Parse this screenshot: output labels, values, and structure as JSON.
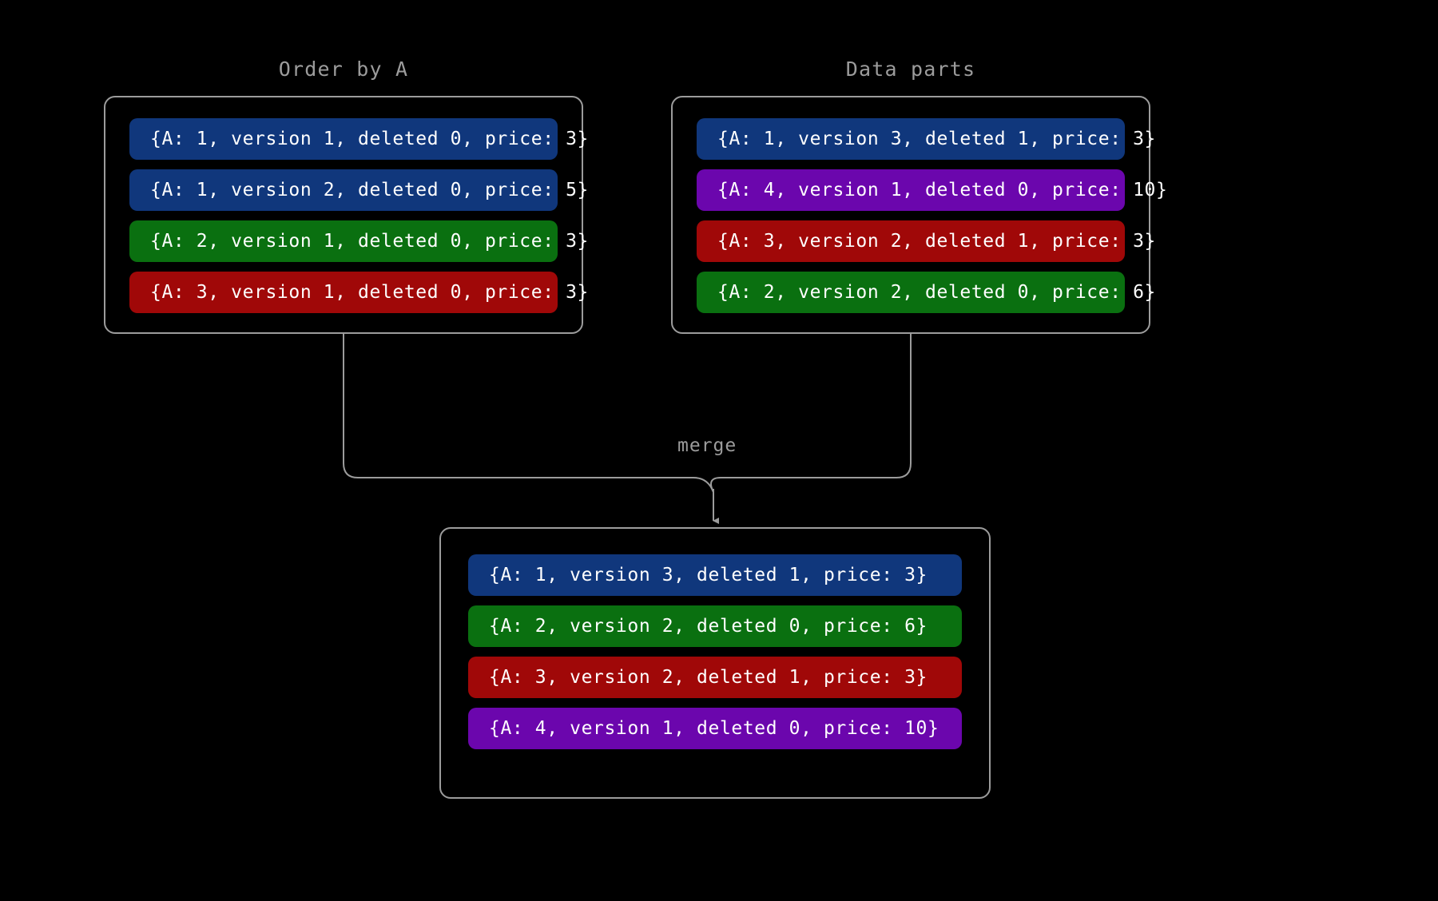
{
  "canvas": {
    "background": "#000000",
    "line_color": "#9c9c9c",
    "text_color": "#ffffff",
    "label_color": "#9c9c9c"
  },
  "palette": {
    "blue": "#10377c",
    "green": "#0a7010",
    "red": "#a00808",
    "purple": "#6b06ad"
  },
  "panels": {
    "order_by": {
      "title": "Order by A",
      "rows": [
        {
          "label": "{A: 1, version 1, deleted 0, price: 3}",
          "color": "#10377c",
          "color_name": "blue"
        },
        {
          "label": "{A: 1, version 2, deleted 0, price: 5}",
          "color": "#10377c",
          "color_name": "blue"
        },
        {
          "label": "{A: 2, version 1, deleted 0, price: 3}",
          "color": "#0a7010",
          "color_name": "green"
        },
        {
          "label": "{A: 3, version 1, deleted 0, price: 3}",
          "color": "#a00808",
          "color_name": "red"
        }
      ]
    },
    "data_parts": {
      "title": "Data parts",
      "rows": [
        {
          "label": "{A: 1, version 3, deleted 1, price: 3}",
          "color": "#10377c",
          "color_name": "blue"
        },
        {
          "label": "{A: 4, version 1, deleted 0, price: 10}",
          "color": "#6b06ad",
          "color_name": "purple"
        },
        {
          "label": "{A: 3, version 2, deleted 1, price: 3}",
          "color": "#a00808",
          "color_name": "red"
        },
        {
          "label": "{A: 2, version 2, deleted 0, price: 6}",
          "color": "#0a7010",
          "color_name": "green"
        }
      ]
    },
    "result": {
      "title": "",
      "rows": [
        {
          "label": "{A: 1, version 3, deleted 1, price: 3}",
          "color": "#10377c",
          "color_name": "blue"
        },
        {
          "label": "{A: 2, version 2, deleted 0, price: 6}",
          "color": "#0a7010",
          "color_name": "green"
        },
        {
          "label": "{A: 3, version 2, deleted 1, price: 3}",
          "color": "#a00808",
          "color_name": "red"
        },
        {
          "label": "{A: 4, version 1, deleted 0, price: 10}",
          "color": "#6b06ad",
          "color_name": "purple"
        }
      ]
    }
  },
  "connector": {
    "label": "merge",
    "arrow": "down-arrow"
  }
}
